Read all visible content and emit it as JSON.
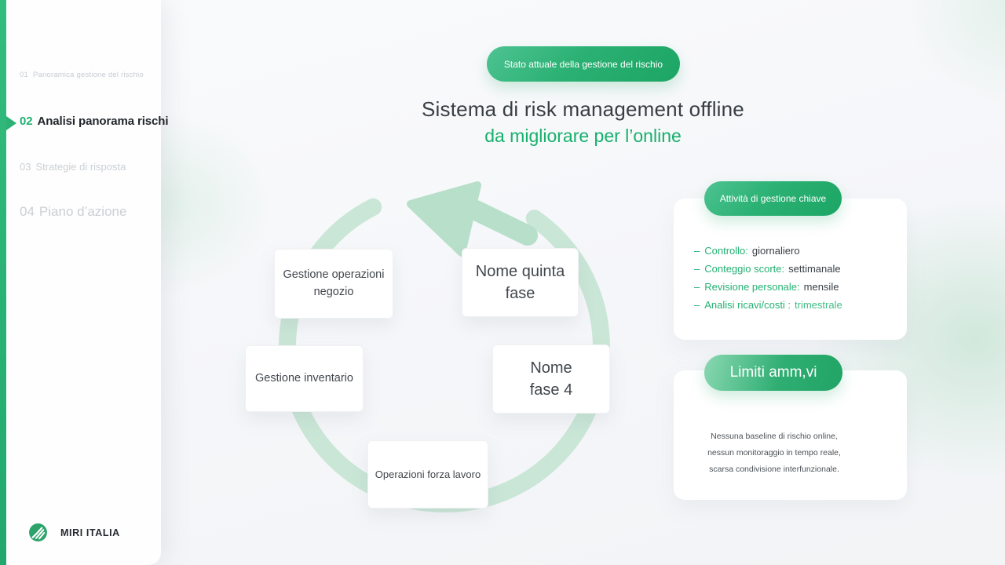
{
  "sidebar": {
    "items": [
      {
        "num": "01",
        "label": "Panoramica gestione del rischio"
      },
      {
        "num": "02",
        "label": "Analisi panorama rischi"
      },
      {
        "num": "03",
        "label": "Strategie di risposta"
      },
      {
        "num": "04",
        "label": "Piano d’azione"
      }
    ],
    "logo_text": "MIRI ITALIA"
  },
  "header": {
    "badge": "Stato attuale della gestione del rischio",
    "title": "Sistema di risk management offline",
    "subtitle": "da migliorare per l’online"
  },
  "diagram": {
    "type": "cycle",
    "nodes": [
      {
        "line1": "Gestione operazioni",
        "line2": "negozio"
      },
      {
        "line1": "Nome quinta",
        "line2": "fase"
      },
      {
        "line1": "Gestione inventario",
        "line2": ""
      },
      {
        "line1": "Nome",
        "line2": "fase 4"
      },
      {
        "line1": "Operazioni forza lavoro",
        "line2": ""
      }
    ]
  },
  "right_panel": {
    "activities": {
      "badge": "Attività di gestione chiave",
      "bullet": "–",
      "items": [
        {
          "label": "Controllo:",
          "value": "giornaliero"
        },
        {
          "label": "Conteggio scorte:",
          "value": "settimanale"
        },
        {
          "label": "Revisione personale:",
          "value": "mensile"
        },
        {
          "label": "Analisi ricavi/costi :",
          "value": "trimestrale"
        }
      ]
    },
    "limits": {
      "badge": "Limiti amm,vi",
      "line1": "Nessuna baseline di rischio online,",
      "line2": "nessun monitoraggio in tempo reale,",
      "line3": "scarsa condivisione interfunzionale."
    }
  },
  "colors": {
    "accent_green": "#2bb173",
    "badge_gradient_start": "#4ec393",
    "badge_gradient_end": "#1ca565",
    "ring_mint": "#c9e6d6",
    "arrow_mint": "#b7dfca",
    "inactive_gray": "#cbd0d5",
    "title_dark": "#383e44"
  }
}
